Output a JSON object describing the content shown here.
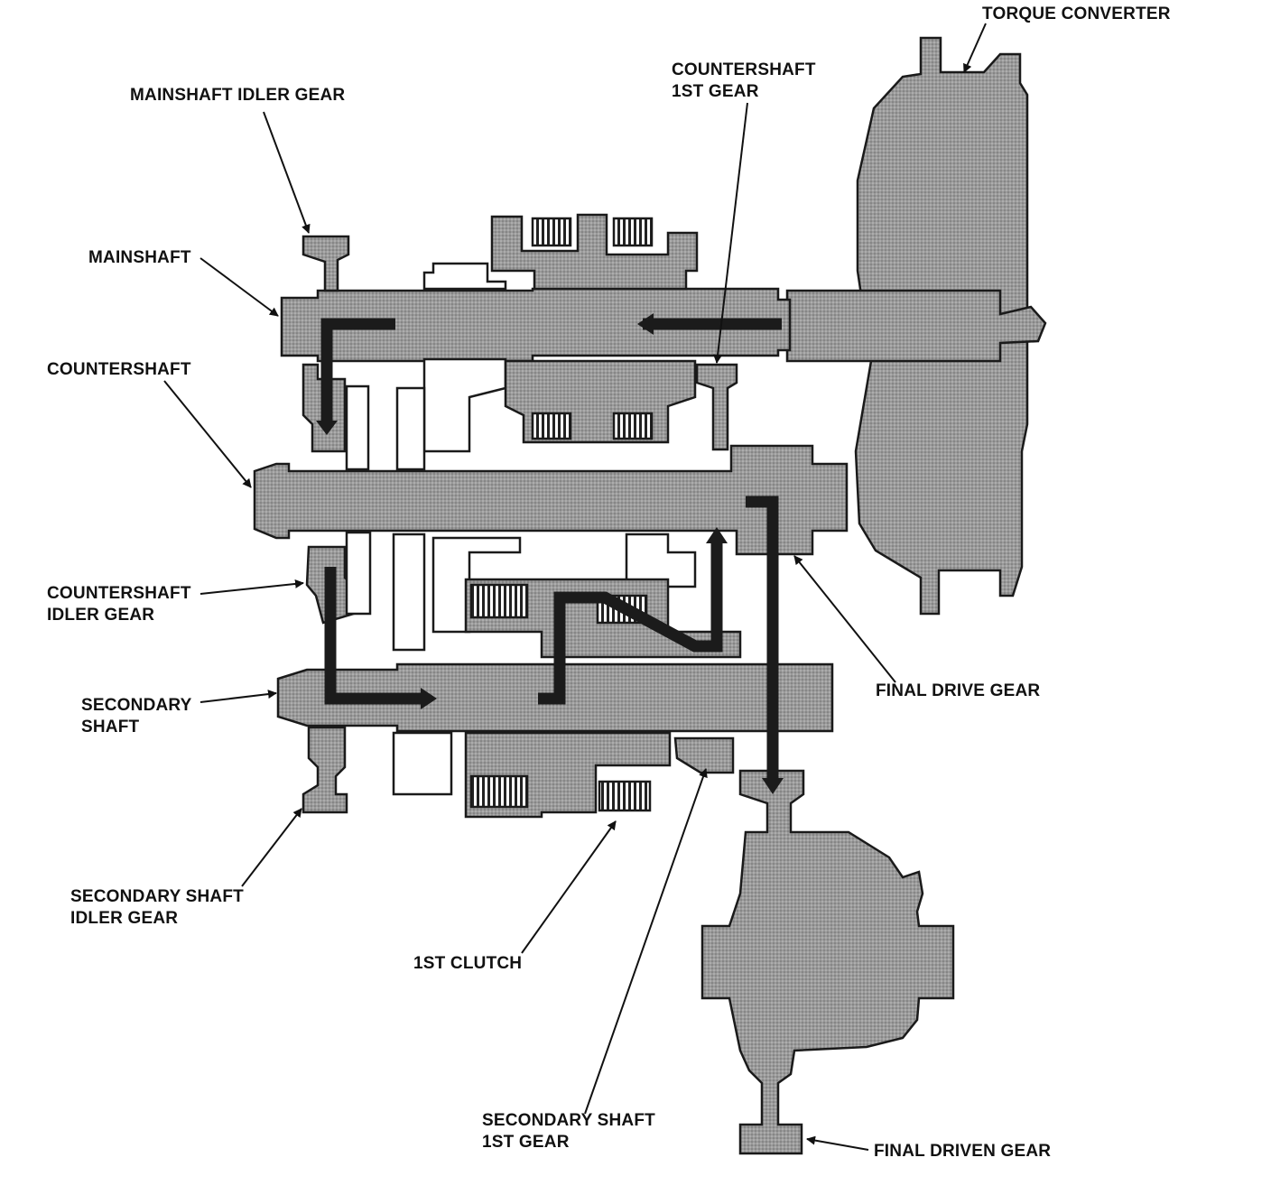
{
  "labels": {
    "torque_converter": "TORQUE CONVERTER",
    "countershaft_1st_gear_line1": "COUNTERSHAFT",
    "countershaft_1st_gear_line2": "1ST GEAR",
    "mainshaft_idler_gear": "MAINSHAFT IDLER GEAR",
    "mainshaft": "MAINSHAFT",
    "countershaft": "COUNTERSHAFT",
    "countershaft_idler_gear_line1": "COUNTERSHAFT",
    "countershaft_idler_gear_line2": "IDLER GEAR",
    "secondary_shaft_line1": "SECONDARY",
    "secondary_shaft_line2": "SHAFT",
    "final_drive_gear": "FINAL DRIVE GEAR",
    "secondary_shaft_idler_gear_line1": "SECONDARY SHAFT",
    "secondary_shaft_idler_gear_line2": "IDLER GEAR",
    "first_clutch": "1ST CLUTCH",
    "secondary_shaft_1st_gear_line1": "SECONDARY SHAFT",
    "secondary_shaft_1st_gear_line2": "1ST GEAR",
    "final_driven_gear": "FINAL DRIVEN GEAR"
  },
  "colors": {
    "part_fill_dark": "#8c8c8c",
    "part_fill_mid": "#a9a9a9",
    "outline": "#1a1a1a",
    "power_flow_arrow": "#1b1b1b",
    "background": "#ffffff"
  }
}
